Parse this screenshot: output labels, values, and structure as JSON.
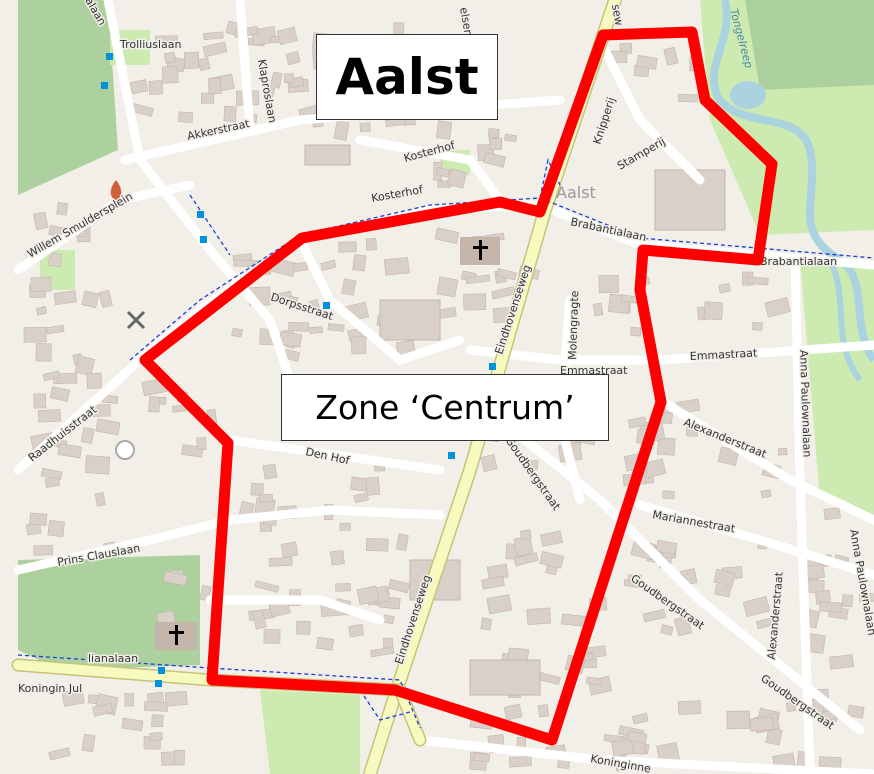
{
  "map": {
    "title": "Aalst",
    "zone_label": "Zone ‘Centrum’",
    "place_label": "Aalst",
    "colors": {
      "background": "#f2efe9",
      "building": "#d9d0c9",
      "building_stroke": "#c4b6ab",
      "park": "#cdebb0",
      "forest": "#add19e",
      "water": "#aad3df",
      "main_road": "#f7fabf",
      "minor_road": "#ffffff",
      "boundary": "#ff0000",
      "bus_stop": "#0092da",
      "cycle_route": "#1a3fd6"
    },
    "street_labels": {
      "trolliuslaan": "Trolliuslaan",
      "klaproslaan": "Klaproslaan",
      "akkerstraat": "Akkerstraat",
      "kosterhof1": "Kosterhof",
      "kosterhof2": "Kosterhof",
      "willem": "Willem Smuldersplein",
      "dorpsstraat": "Dorpsstraat",
      "raadhuisstraat": "Raadhuisstraat",
      "denhof": "Den Hof",
      "prinsclauslaan": "Prins Clauslaan",
      "julianalaan": "lianalaan",
      "koninginjul": "Koningin Jul",
      "eindhovenseweg1": "Eindhovenseweg",
      "eindhovenseweg2": "Eindhovenseweg",
      "brabantialaan1": "Brabantialaan",
      "brabantialaan2": "Brabantialaan",
      "knipperij": "Knipperij",
      "stamperij": "Stamperij",
      "molengragte": "Molengragte",
      "emmastraat1": "Emmastraat",
      "emmastraat2": "Emmastraat",
      "annapaulowna1": "Anna Paulownalaan",
      "annapaulowna2": "Anna Paulownalaan",
      "alexanderstraat1": "Alexanderstraat",
      "alexanderstraat2": "Alexanderstraat",
      "goudbergstraat1": "Goudbergstraat",
      "goudbergstraat2": "Goudbergstraat",
      "goudbergstraat3": "Goudbergstraat",
      "mariannestraat": "Mariannestraat",
      "tongelreep": "Tongelreep",
      "koningin_bottom": "Koninginne",
      "elsen": "elsen",
      "ew_top": "sew",
      "dal": "alaan"
    }
  }
}
